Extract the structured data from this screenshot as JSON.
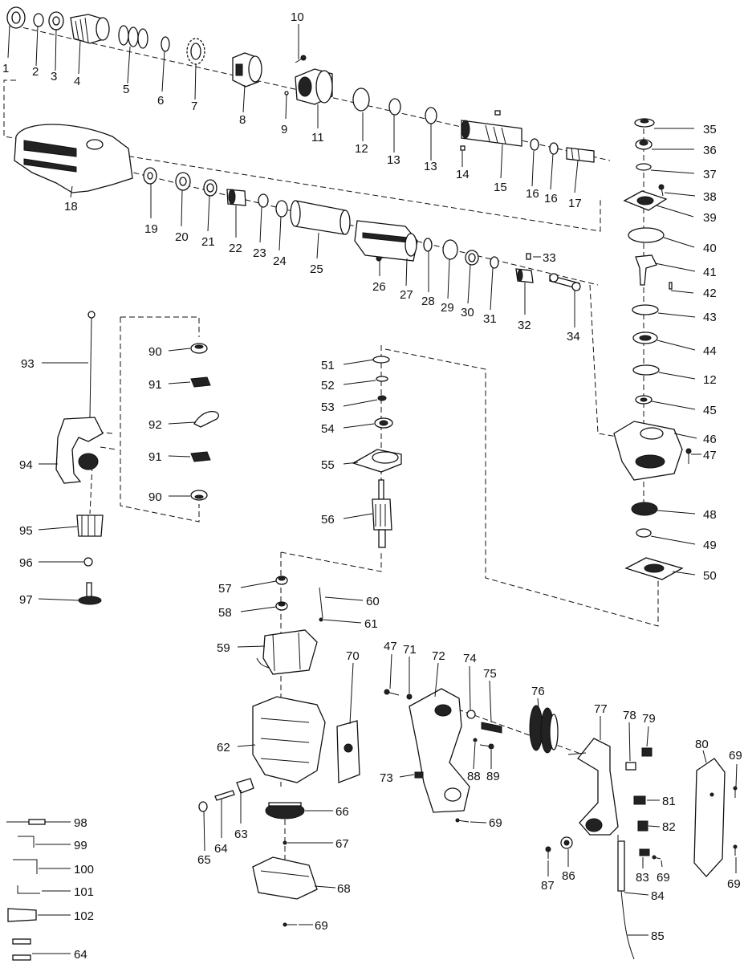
{
  "labels": [
    {
      "id": "p1",
      "text": "1"
    },
    {
      "id": "p2",
      "text": "2"
    },
    {
      "id": "p3",
      "text": "3"
    },
    {
      "id": "p4",
      "text": "4"
    },
    {
      "id": "p5",
      "text": "5"
    },
    {
      "id": "p6",
      "text": "6"
    },
    {
      "id": "p7",
      "text": "7"
    },
    {
      "id": "p8",
      "text": "8"
    },
    {
      "id": "p9",
      "text": "9"
    },
    {
      "id": "p10",
      "text": "10"
    },
    {
      "id": "p11",
      "text": "11"
    },
    {
      "id": "p12a",
      "text": "12"
    },
    {
      "id": "p13a",
      "text": "13"
    },
    {
      "id": "p13b",
      "text": "13"
    },
    {
      "id": "p14",
      "text": "14"
    },
    {
      "id": "p15",
      "text": "15"
    },
    {
      "id": "p16a",
      "text": "16"
    },
    {
      "id": "p16b",
      "text": "16"
    },
    {
      "id": "p17",
      "text": "17"
    },
    {
      "id": "p18",
      "text": "18"
    },
    {
      "id": "p19",
      "text": "19"
    },
    {
      "id": "p20",
      "text": "20"
    },
    {
      "id": "p21",
      "text": "21"
    },
    {
      "id": "p22",
      "text": "22"
    },
    {
      "id": "p23",
      "text": "23"
    },
    {
      "id": "p24",
      "text": "24"
    },
    {
      "id": "p25",
      "text": "25"
    },
    {
      "id": "p26",
      "text": "26"
    },
    {
      "id": "p27",
      "text": "27"
    },
    {
      "id": "p28",
      "text": "28"
    },
    {
      "id": "p29",
      "text": "29"
    },
    {
      "id": "p30",
      "text": "30"
    },
    {
      "id": "p31",
      "text": "31"
    },
    {
      "id": "p32",
      "text": "32"
    },
    {
      "id": "p33",
      "text": "33"
    },
    {
      "id": "p34",
      "text": "34"
    },
    {
      "id": "p35",
      "text": "35"
    },
    {
      "id": "p36",
      "text": "36"
    },
    {
      "id": "p37",
      "text": "37"
    },
    {
      "id": "p38",
      "text": "38"
    },
    {
      "id": "p39",
      "text": "39"
    },
    {
      "id": "p40",
      "text": "40"
    },
    {
      "id": "p41",
      "text": "41"
    },
    {
      "id": "p42",
      "text": "42"
    },
    {
      "id": "p43",
      "text": "43"
    },
    {
      "id": "p44",
      "text": "44"
    },
    {
      "id": "p12b",
      "text": "12"
    },
    {
      "id": "p45",
      "text": "45"
    },
    {
      "id": "p46",
      "text": "46"
    },
    {
      "id": "p47a",
      "text": "47"
    },
    {
      "id": "p48",
      "text": "48"
    },
    {
      "id": "p49",
      "text": "49"
    },
    {
      "id": "p50",
      "text": "50"
    },
    {
      "id": "p51",
      "text": "51"
    },
    {
      "id": "p52",
      "text": "52"
    },
    {
      "id": "p53",
      "text": "53"
    },
    {
      "id": "p54",
      "text": "54"
    },
    {
      "id": "p55",
      "text": "55"
    },
    {
      "id": "p56",
      "text": "56"
    },
    {
      "id": "p57",
      "text": "57"
    },
    {
      "id": "p58",
      "text": "58"
    },
    {
      "id": "p59",
      "text": "59"
    },
    {
      "id": "p60",
      "text": "60"
    },
    {
      "id": "p61",
      "text": "61"
    },
    {
      "id": "p62",
      "text": "62"
    },
    {
      "id": "p63",
      "text": "63"
    },
    {
      "id": "p64a",
      "text": "64"
    },
    {
      "id": "p65",
      "text": "65"
    },
    {
      "id": "p66",
      "text": "66"
    },
    {
      "id": "p67",
      "text": "67"
    },
    {
      "id": "p68",
      "text": "68"
    },
    {
      "id": "p69a",
      "text": "69"
    },
    {
      "id": "p69b",
      "text": "69"
    },
    {
      "id": "p69c",
      "text": "69"
    },
    {
      "id": "p69d",
      "text": "69"
    },
    {
      "id": "p69e",
      "text": "69"
    },
    {
      "id": "p70",
      "text": "70"
    },
    {
      "id": "p47b",
      "text": "47"
    },
    {
      "id": "p71",
      "text": "71"
    },
    {
      "id": "p72",
      "text": "72"
    },
    {
      "id": "p73",
      "text": "73"
    },
    {
      "id": "p74",
      "text": "74"
    },
    {
      "id": "p75",
      "text": "75"
    },
    {
      "id": "p76",
      "text": "76"
    },
    {
      "id": "p77",
      "text": "77"
    },
    {
      "id": "p78",
      "text": "78"
    },
    {
      "id": "p79",
      "text": "79"
    },
    {
      "id": "p80",
      "text": "80"
    },
    {
      "id": "p81",
      "text": "81"
    },
    {
      "id": "p82",
      "text": "82"
    },
    {
      "id": "p83",
      "text": "83"
    },
    {
      "id": "p84",
      "text": "84"
    },
    {
      "id": "p85",
      "text": "85"
    },
    {
      "id": "p86",
      "text": "86"
    },
    {
      "id": "p87",
      "text": "87"
    },
    {
      "id": "p88",
      "text": "88"
    },
    {
      "id": "p89",
      "text": "89"
    },
    {
      "id": "p90a",
      "text": "90"
    },
    {
      "id": "p91a",
      "text": "91"
    },
    {
      "id": "p92",
      "text": "92"
    },
    {
      "id": "p91b",
      "text": "91"
    },
    {
      "id": "p90b",
      "text": "90"
    },
    {
      "id": "p93",
      "text": "93"
    },
    {
      "id": "p94",
      "text": "94"
    },
    {
      "id": "p95",
      "text": "95"
    },
    {
      "id": "p96",
      "text": "96"
    },
    {
      "id": "p97",
      "text": "97"
    },
    {
      "id": "p98",
      "text": "98"
    },
    {
      "id": "p99",
      "text": "99"
    },
    {
      "id": "p100",
      "text": "100"
    },
    {
      "id": "p101",
      "text": "101"
    },
    {
      "id": "p102",
      "text": "102"
    },
    {
      "id": "p64b",
      "text": "64"
    }
  ]
}
